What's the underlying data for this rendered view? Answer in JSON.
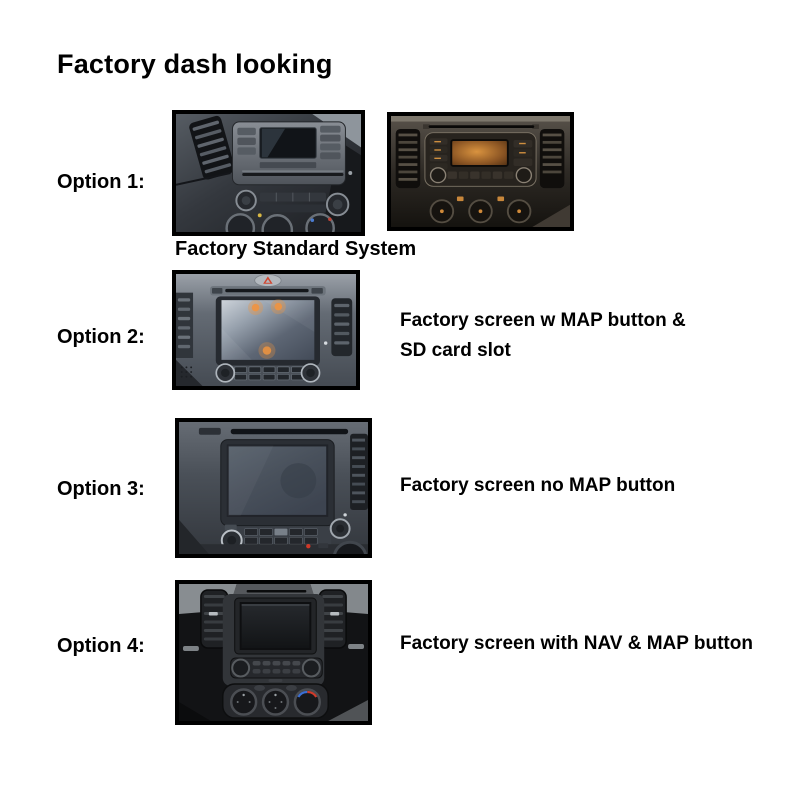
{
  "page": {
    "title": "Factory dash looking"
  },
  "options": [
    {
      "label": "Option 1:",
      "caption": "Factory Standard System"
    },
    {
      "label": "Option 2:",
      "desc_line1": "Factory screen w MAP button &",
      "desc_line2": "SD card slot"
    },
    {
      "label": "Option 3:",
      "desc": "Factory screen no MAP button"
    },
    {
      "label": "Option 4:",
      "desc": "Factory screen with NAV & MAP button"
    }
  ]
}
